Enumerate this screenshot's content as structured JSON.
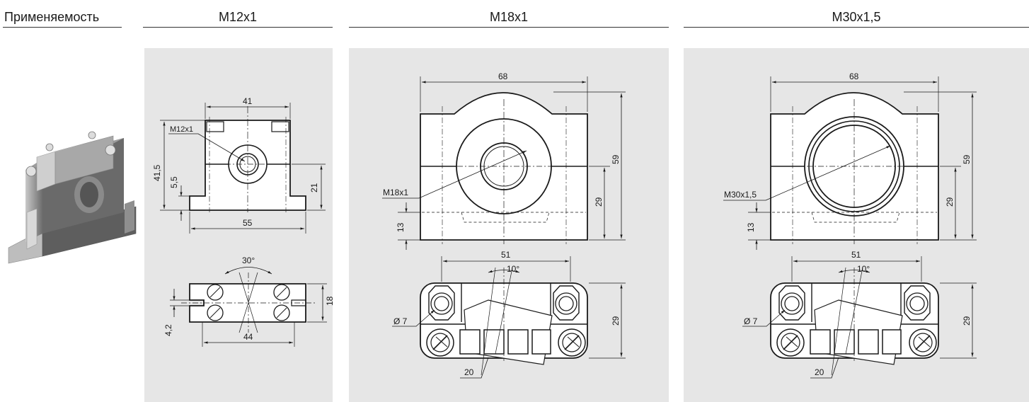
{
  "header": {
    "applicability": "Применяемость",
    "col1": "M12x1",
    "col2": "M18x1",
    "col3": "M30x1,5"
  },
  "m12": {
    "width_top": "41",
    "thread": "M12x1",
    "height_total": "41,5",
    "base_height": "5,5",
    "axis_height": "21",
    "width_base": "55",
    "angle": "30°",
    "slot": "4,2",
    "depth": "18",
    "hole_spacing": "44"
  },
  "m18": {
    "width": "68",
    "height": "59",
    "thread": "M18x1",
    "axis_height": "29",
    "base_height": "13",
    "hole_spacing": "51",
    "angle": "10°",
    "hole_dia": "Ø 7",
    "depth": "29",
    "offset": "20"
  },
  "m30": {
    "width": "68",
    "height": "59",
    "thread": "M30x1,5",
    "axis_height": "29",
    "base_height": "13",
    "hole_spacing": "51",
    "angle": "10°",
    "hole_dia": "Ø 7",
    "depth": "29",
    "offset": "20"
  }
}
